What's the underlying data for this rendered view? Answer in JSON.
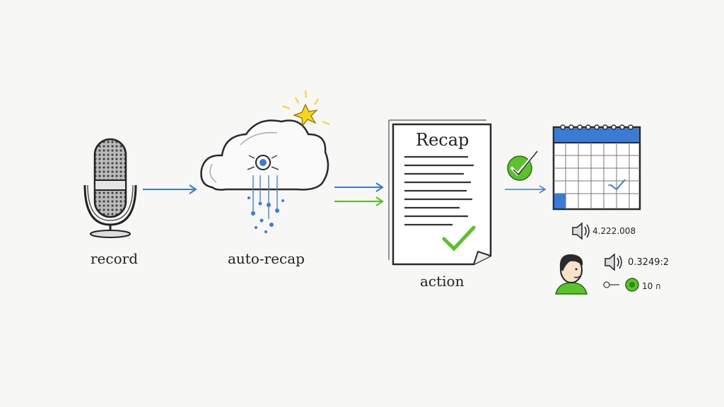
{
  "labels": {
    "record": "record",
    "auto_recap": "auto-recap",
    "action": "action",
    "document_title": "Recap"
  },
  "side_panel": {
    "volume_readout_1": "4.222.008",
    "volume_readout_2": "0.3249:2",
    "control_text": "10 ก"
  },
  "colors": {
    "accent_blue": "#3a7bd5",
    "accent_green": "#5cc22b",
    "star_yellow": "#f5d51d",
    "ink": "#2a2a2a"
  },
  "icons": [
    "microphone-icon",
    "cloud-ai-icon",
    "star-icon",
    "document-icon",
    "checkmark-icon",
    "calendar-icon",
    "speaker-icon",
    "person-avatar-icon",
    "toggle-icon"
  ]
}
